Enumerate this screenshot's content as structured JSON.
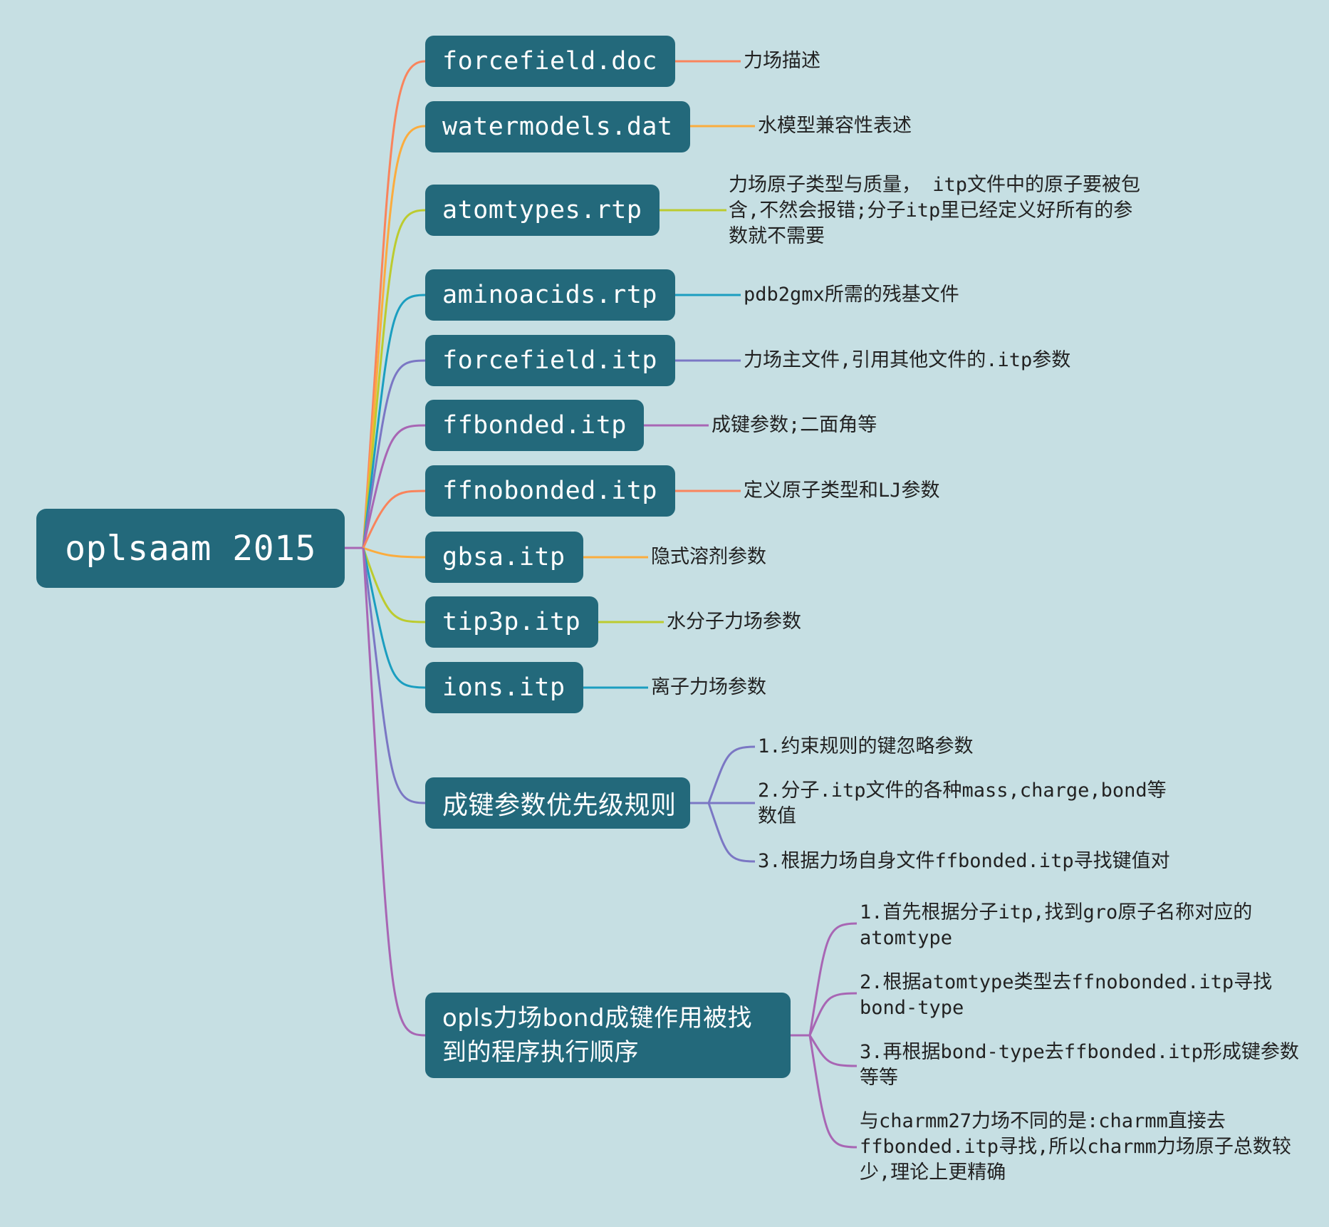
{
  "root": {
    "label": "oplsaam 2015"
  },
  "branches": [
    {
      "label": "forcefield.doc",
      "note": "力场描述",
      "color": "#f9845c"
    },
    {
      "label": "watermodels.dat",
      "note": "水模型兼容性表述",
      "color": "#fbac3e"
    },
    {
      "label": "atomtypes.rtp",
      "note": "力场原子类型与质量， itp文件中的原子要被包含,不然会报错;分子itp里已经定义好所有的参数就不需要",
      "color": "#bccb2f"
    },
    {
      "label": "aminoacids.rtp",
      "note": "pdb2gmx所需的残基文件",
      "color": "#1b9ec0"
    },
    {
      "label": "forcefield.itp",
      "note": "力场主文件,引用其他文件的.itp参数",
      "color": "#7b77c4"
    },
    {
      "label": "ffbonded.itp",
      "note": "成键参数;二面角等",
      "color": "#a866b4"
    },
    {
      "label": "ffnobonded.itp",
      "note": "定义原子类型和LJ参数",
      "color": "#f9845c"
    },
    {
      "label": "gbsa.itp",
      "note": "隐式溶剂参数",
      "color": "#fbac3e"
    },
    {
      "label": "tip3p.itp",
      "note": "水分子力场参数",
      "color": "#bccb2f"
    },
    {
      "label": "ions.itp",
      "note": "离子力场参数",
      "color": "#1b9ec0"
    },
    {
      "label": "成键参数优先级规则",
      "color": "#7b77c4",
      "children": [
        "1.约束规则的键忽略参数",
        "2.分子.itp文件的各种mass,charge,bond等数值",
        "3.根据力场自身文件ffbonded.itp寻找键值对"
      ]
    },
    {
      "label": "opls力场bond成键作用被找到的程序执行顺序",
      "color": "#a866b4",
      "children": [
        "1.首先根据分子itp,找到gro原子名称对应的atomtype",
        "2.根据atomtype类型去ffnobonded.itp寻找bond-type",
        "3.再根据bond-type去ffbonded.itp形成键参数等等",
        "与charmm27力场不同的是:charmm直接去ffbonded.itp寻找,所以charmm力场原子总数较少,理论上更精确"
      ]
    }
  ],
  "colors": {
    "background": "#c6dfe3",
    "node_fill": "#23697b",
    "node_text": "#ffffff",
    "note_text": "#222222"
  }
}
